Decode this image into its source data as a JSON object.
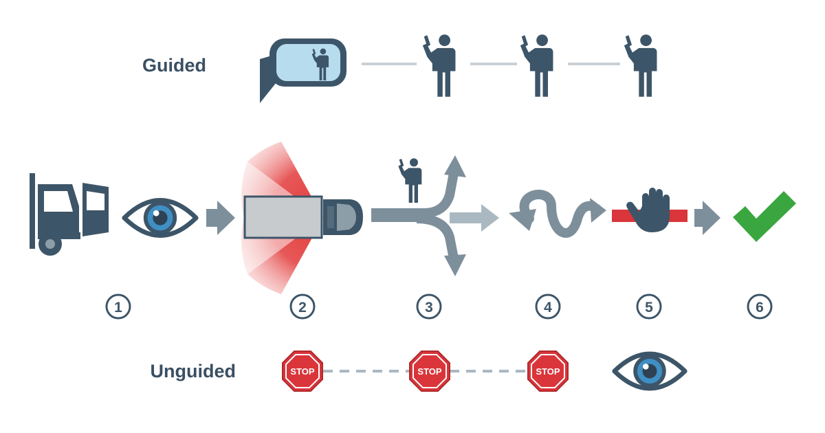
{
  "colors": {
    "navy": "#3d5568",
    "slate": "#7d8f9b",
    "light_slate": "#aab8c1",
    "mirror_glass": "#b7dced",
    "eye_iris": "#3f8fc4",
    "trailer": "#c7cbce",
    "sensor_red": "#e23a3a",
    "stop_red": "#d9353a",
    "check_green": "#3aa640",
    "label_text": "#3a4f63",
    "connector": "#c9d0d5"
  },
  "rows": {
    "guided": {
      "label": "Guided",
      "icons": [
        "side-mirror-icon",
        "signaler-person-icon",
        "signaler-person-icon",
        "signaler-person-icon"
      ]
    },
    "unguided": {
      "label": "Unguided",
      "stop_signs": [
        {
          "text": "STOP"
        },
        {
          "text": "STOP"
        },
        {
          "text": "STOP"
        }
      ],
      "icons": [
        "stop-sign-icon",
        "stop-sign-icon",
        "stop-sign-icon",
        "eye-icon"
      ]
    }
  },
  "steps": [
    {
      "number": "1",
      "icons": [
        "truck-door-open-icon",
        "eye-icon"
      ]
    },
    {
      "number": "2",
      "icons": [
        "truck-sensor-zone-icon"
      ]
    },
    {
      "number": "3",
      "icons": [
        "signaler-person-icon",
        "branching-path-icon"
      ]
    },
    {
      "number": "4",
      "icons": [
        "winding-path-icon"
      ]
    },
    {
      "number": "5",
      "icons": [
        "halt-hand-barrier-icon"
      ]
    },
    {
      "number": "6",
      "icons": [
        "checkmark-icon"
      ]
    }
  ]
}
